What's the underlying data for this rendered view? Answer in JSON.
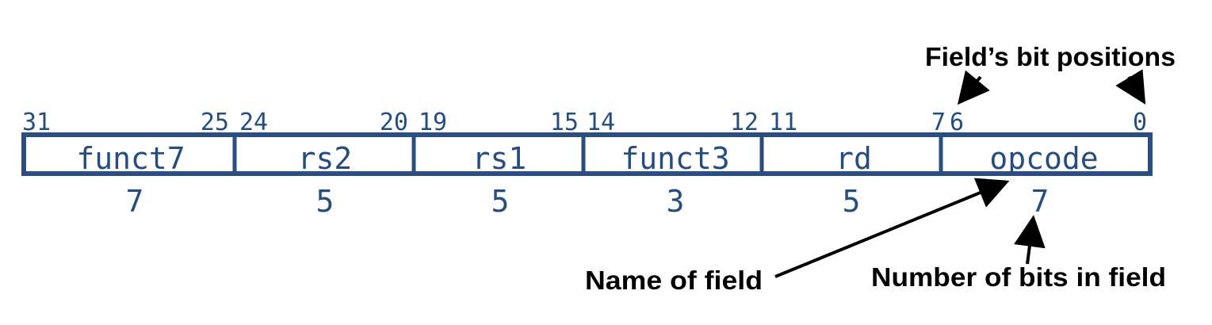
{
  "fields": [
    {
      "name": "funct7",
      "bit_high": "31",
      "bit_low": "25",
      "width": "7"
    },
    {
      "name": "rs2",
      "bit_high": "24",
      "bit_low": "20",
      "width": "5"
    },
    {
      "name": "rs1",
      "bit_high": "19",
      "bit_low": "15",
      "width": "5"
    },
    {
      "name": "funct3",
      "bit_high": "14",
      "bit_low": "12",
      "width": "3"
    },
    {
      "name": "rd",
      "bit_high": "11",
      "bit_low": "7",
      "width": "5"
    },
    {
      "name": "opcode",
      "bit_high": "6",
      "bit_low": "0",
      "width": "7"
    }
  ],
  "annotations": {
    "bit_positions": "Field’s bit positions",
    "name_of_field": "Name of field",
    "number_of_bits": "Number of bits in field"
  },
  "colors": {
    "box": "#2a4e7f",
    "text": "#254d80",
    "annotation": "#000000"
  }
}
